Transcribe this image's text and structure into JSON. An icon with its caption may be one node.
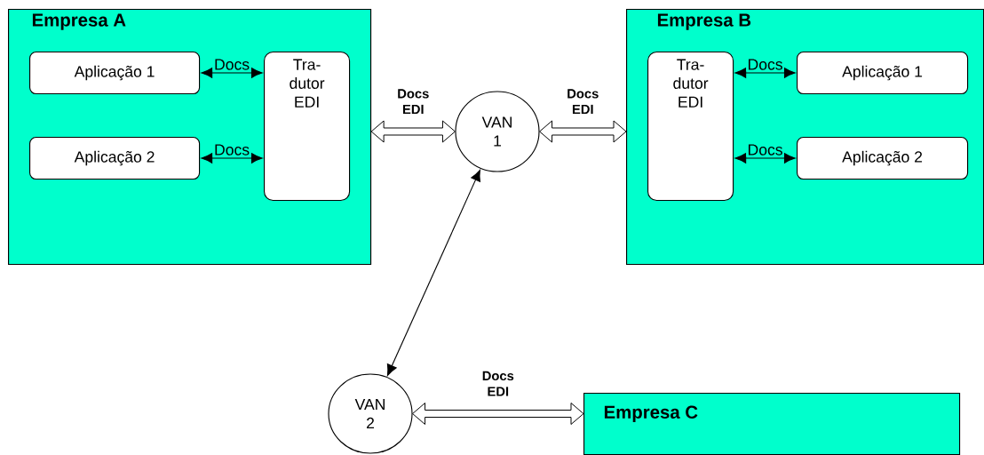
{
  "diagram": {
    "nodes": [
      {
        "text": [
          "Empresa A"
        ]
      },
      {
        "text": [
          "Aplicação 1"
        ],
        "in": 0
      },
      {
        "text": [
          "Aplicação 2"
        ],
        "in": 0
      },
      {
        "text": [
          "Tra- dutor EDI"
        ],
        "in": 0
      },
      {
        "text": [
          "VAN 1"
        ]
      },
      {
        "text": [
          "Empresa B"
        ]
      },
      {
        "text": [
          "Tra- dutor EDI"
        ],
        "in": 5
      },
      {
        "text": [
          "Aplicação 1"
        ],
        "in": 5
      },
      {
        "text": [
          "Aplicação 2"
        ],
        "in": 5
      },
      {
        "text": [
          "VAN 2"
        ]
      },
      {
        "text": [
          "Empresa C"
        ]
      }
    ],
    "edges": [
      {
        "from": 1,
        "to": 3,
        "arrow": "both",
        "label": "Docs"
      },
      {
        "from": 2,
        "to": 3,
        "arrow": "both",
        "label": "Docs"
      },
      {
        "from": 6,
        "to": 7,
        "arrow": "both",
        "label": "Docs"
      },
      {
        "from": 6,
        "to": 8,
        "arrow": "both",
        "label": "Docs"
      },
      {
        "from": 0,
        "to": 4,
        "arrow": "both",
        "label": "Docs EDI",
        "style": "thick"
      },
      {
        "from": 4,
        "to": 5,
        "arrow": "both",
        "label": "Docs EDI",
        "style": "thick"
      },
      {
        "from": 4,
        "to": 9,
        "arrow": "both"
      },
      {
        "from": 9,
        "to": 10,
        "arrow": "both",
        "label": "Docs EDI",
        "style": "thick"
      }
    ]
  }
}
